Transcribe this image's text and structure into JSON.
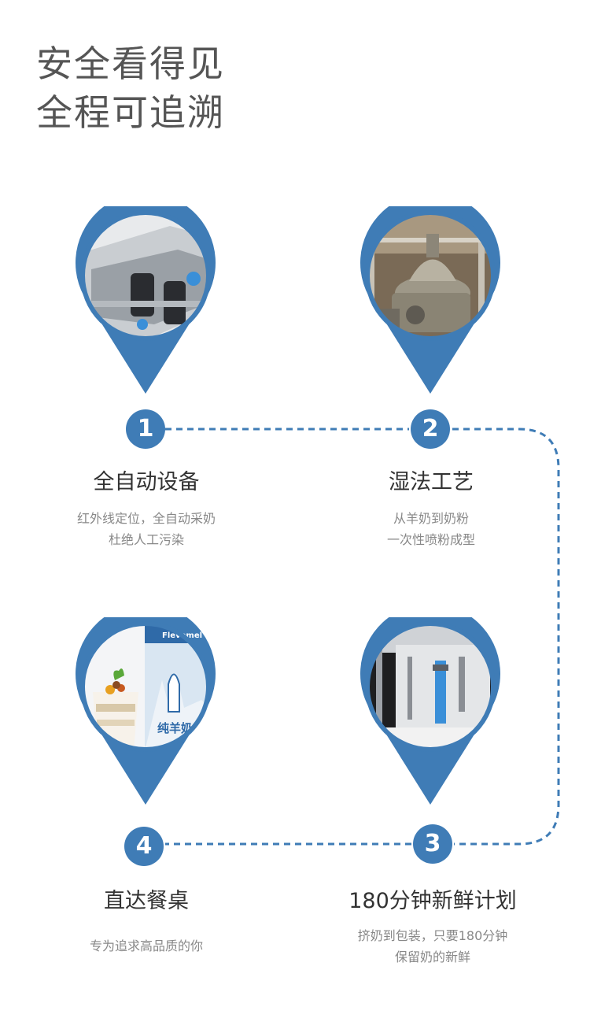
{
  "headline": {
    "line1": "安全看得见",
    "line2": "全程可追溯"
  },
  "accent_color": "#3f7cb6",
  "steps": [
    {
      "number": "1",
      "title": "全自动设备",
      "desc_lines": [
        "红外线定位，全自动采奶",
        "杜绝人工污染"
      ],
      "photo": "automatic-milking-equipment-photo"
    },
    {
      "number": "2",
      "title": "湿法工艺",
      "desc_lines": [
        "从羊奶到奶粉",
        "一次性喷粉成型"
      ],
      "photo": "milk-separator-machine-photo"
    },
    {
      "number": "3",
      "title": "180分钟新鲜计划",
      "desc_lines": [
        "挤奶到包装，只要180分钟",
        "保留奶的新鲜"
      ],
      "photo": "packaging-machine-photo"
    },
    {
      "number": "4",
      "title": "直达餐桌",
      "desc_lines": [
        "专为追求高品质的你"
      ],
      "photo": "goat-milk-product-photo"
    }
  ],
  "product_box_text": {
    "brand": "Flevomel",
    "name": "纯羊奶"
  }
}
